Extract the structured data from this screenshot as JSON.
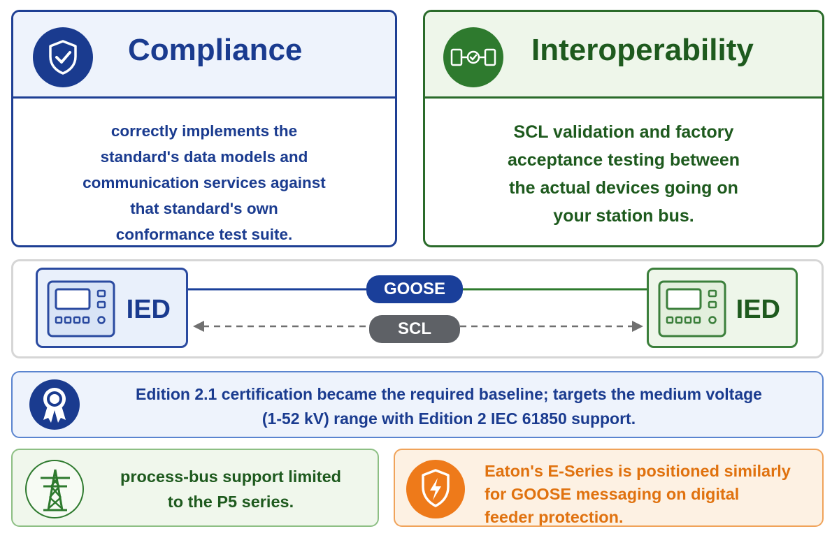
{
  "colors": {
    "compliance_blue": "#1a3b8f",
    "interop_green": "#1e5a1e",
    "goose_blue": "#1a3f9a",
    "scl_gray": "#5e6166",
    "eaton_orange": "#e0720f"
  },
  "compliance": {
    "icon": "shield-check-icon",
    "title": "Compliance",
    "lines": [
      "correctly implements the",
      "standard's data models and",
      "communication services against",
      "that standard's own",
      "conformance test suite."
    ]
  },
  "interoperability": {
    "icon": "device-link-icon",
    "title": "Interoperability",
    "lines": [
      "SCL validation and factory",
      "acceptance testing between",
      "the actual devices going on",
      "your station bus."
    ]
  },
  "connection": {
    "left_device": {
      "icon": "ied-device-icon",
      "label": "IED"
    },
    "right_device": {
      "icon": "ied-device-icon",
      "label": "IED"
    },
    "goose_label": "GOOSE",
    "scl_label": "SCL"
  },
  "edition": {
    "icon": "award-ribbon-icon",
    "lines": [
      "Edition 2.1 certification became the required baseline; targets the medium voltage",
      "(1-52 kV) range with Edition 2 IEC 61850 support."
    ]
  },
  "process_bus": {
    "icon": "transmission-tower-icon",
    "lines": [
      "process-bus support limited",
      "to the P5 series."
    ]
  },
  "eaton": {
    "icon": "shield-lightning-icon",
    "lines": [
      "Eaton's E-Series is positioned similarly",
      "for GOOSE messaging on digital",
      "feeder protection."
    ]
  }
}
